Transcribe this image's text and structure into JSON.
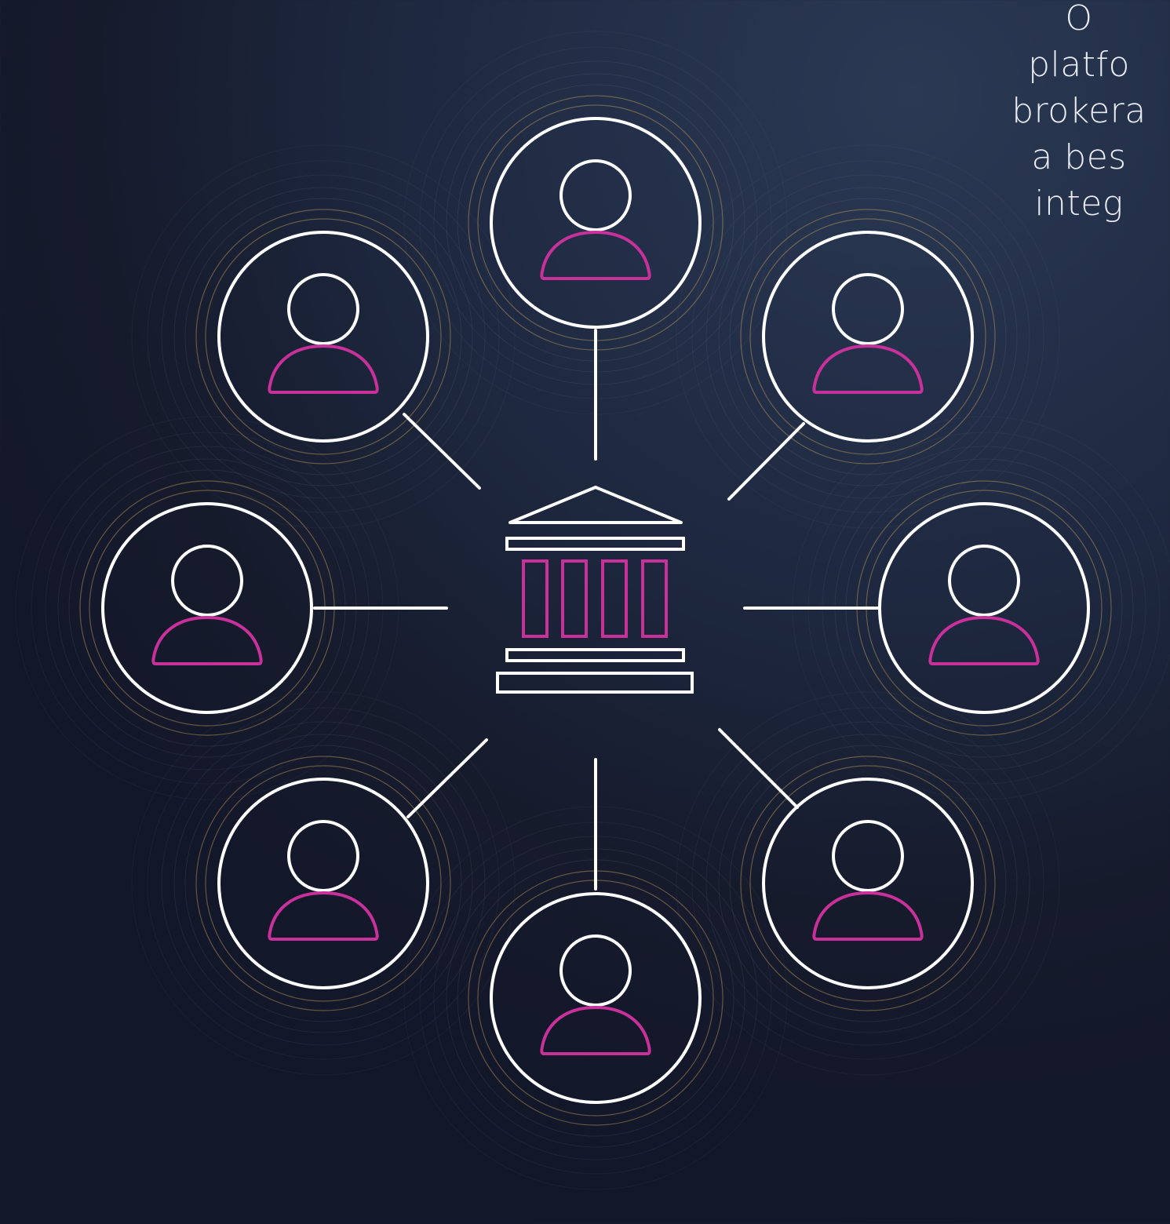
{
  "caption": {
    "lines": [
      "O",
      "platfo",
      "brokera",
      "a bes",
      "integ"
    ]
  },
  "colors": {
    "background_light": "#2b3954",
    "background_dark": "#13172a",
    "stroke_white": "#ffffff",
    "accent_magenta": "#c8309a",
    "ripple_gold": "#c9a15a",
    "ripple_faint": "#8a90a6"
  },
  "diagram": {
    "center_icon": "bank-building-icon",
    "node_icon": "user-icon",
    "node_count": 8
  }
}
